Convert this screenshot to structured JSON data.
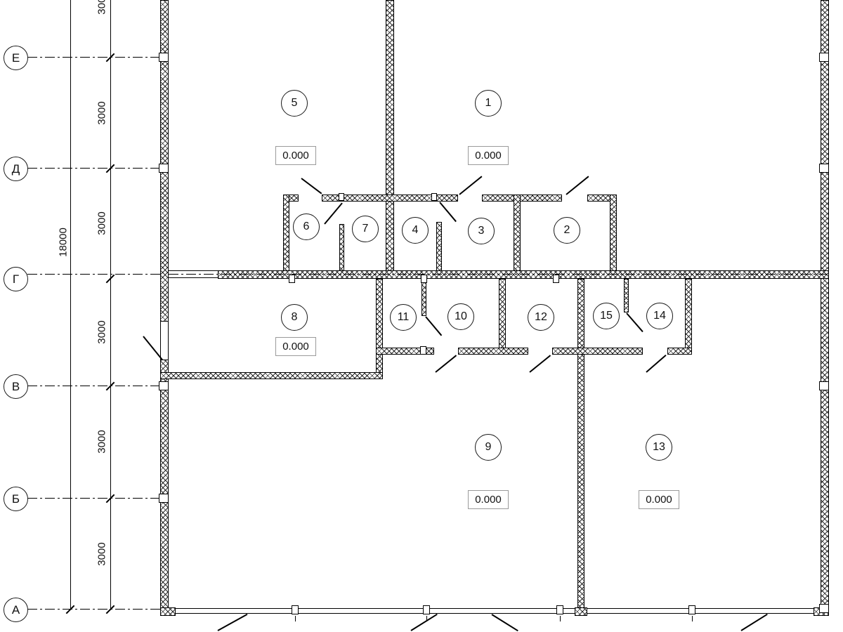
{
  "axes": [
    {
      "label": "Е"
    },
    {
      "label": "Д"
    },
    {
      "label": "Г"
    },
    {
      "label": "В"
    },
    {
      "label": "Б"
    },
    {
      "label": "А"
    }
  ],
  "dims": {
    "total": "18000",
    "segments": [
      "3000",
      "3000",
      "3000",
      "3000",
      "3000",
      "3000"
    ]
  },
  "rooms": [
    {
      "number": "1",
      "elevation": "0.000"
    },
    {
      "number": "2"
    },
    {
      "number": "3"
    },
    {
      "number": "4"
    },
    {
      "number": "5",
      "elevation": "0.000"
    },
    {
      "number": "6"
    },
    {
      "number": "7"
    },
    {
      "number": "8",
      "elevation": "0.000"
    },
    {
      "number": "9",
      "elevation": "0.000"
    },
    {
      "number": "10"
    },
    {
      "number": "11"
    },
    {
      "number": "12"
    },
    {
      "number": "13",
      "elevation": "0.000"
    },
    {
      "number": "14"
    },
    {
      "number": "15"
    }
  ]
}
